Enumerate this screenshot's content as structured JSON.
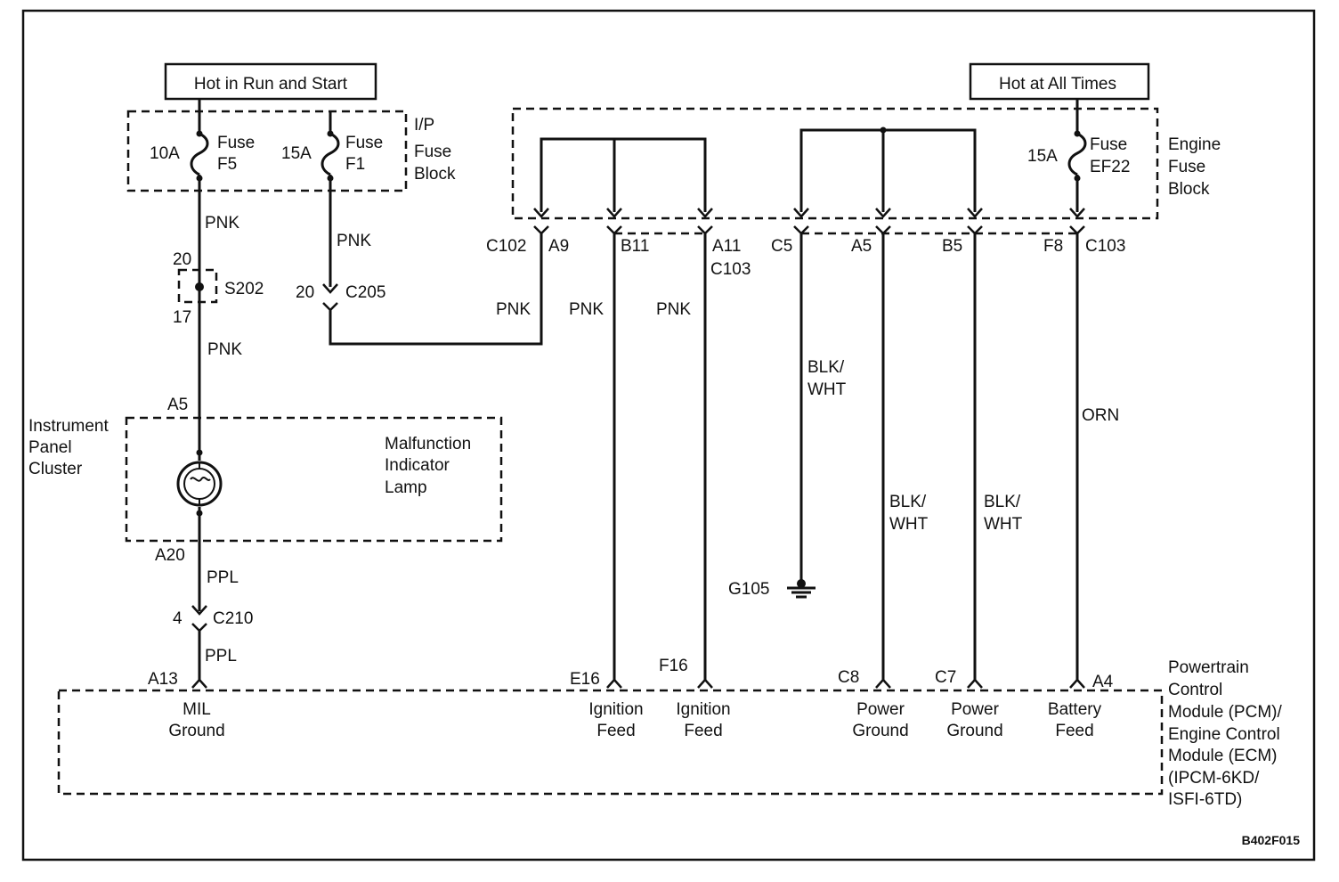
{
  "power_sources": {
    "run_start": "Hot in Run and Start",
    "all_times": "Hot at All Times"
  },
  "ip_fuse_block": {
    "label": [
      "I/P",
      "Fuse",
      "Block"
    ],
    "fuse_f5": {
      "rating": "10A",
      "name": [
        "Fuse",
        "F5"
      ]
    },
    "fuse_f1": {
      "rating": "15A",
      "name": [
        "Fuse",
        "F1"
      ]
    }
  },
  "engine_fuse_block": {
    "label": [
      "Engine",
      "Fuse",
      "Block"
    ],
    "fuse_ef22": {
      "rating": "15A",
      "name": [
        "Fuse",
        "EF22"
      ]
    }
  },
  "splice": {
    "name": "S202",
    "pin_top": "20",
    "pin_bottom": "17"
  },
  "connectors": {
    "c205": {
      "name": "C205",
      "pin": "20"
    },
    "c102": "C102",
    "c103_mid": "C103",
    "c103_right": "C103",
    "c210": {
      "name": "C210",
      "pin": "4"
    },
    "c102_pins": [
      "A9",
      "B11",
      "A11"
    ],
    "c103_pins": [
      "C5",
      "A5",
      "B5",
      "F8"
    ]
  },
  "wires": {
    "pnk": "PNK",
    "ppl": "PPL",
    "blk_wht": [
      "BLK/",
      "WHT"
    ],
    "orn": "ORN"
  },
  "instrument_cluster": {
    "label": [
      "Instrument",
      "Panel",
      "Cluster"
    ],
    "lamp": [
      "Malfunction",
      "Indicator",
      "Lamp"
    ],
    "pin_in": "A5",
    "pin_out": "A20"
  },
  "ground": "G105",
  "pcm": {
    "label": [
      "Powertrain",
      "Control",
      "Module (PCM)/",
      "Engine Control",
      "Module (ECM)",
      "(IPCM-6KD/",
      "ISFI-6TD)"
    ],
    "terminals": [
      {
        "pin": "A13",
        "name": [
          "MIL",
          "Ground"
        ]
      },
      {
        "pin": "E16",
        "name": [
          "Ignition",
          "Feed"
        ]
      },
      {
        "pin": "F16",
        "name": [
          "Ignition",
          "Feed"
        ]
      },
      {
        "pin": "C8",
        "name": [
          "Power",
          "Ground"
        ]
      },
      {
        "pin": "C7",
        "name": [
          "Power",
          "Ground"
        ]
      },
      {
        "pin": "A4",
        "name": [
          "Battery",
          "Feed"
        ]
      }
    ]
  },
  "figure_id": "B402F015"
}
